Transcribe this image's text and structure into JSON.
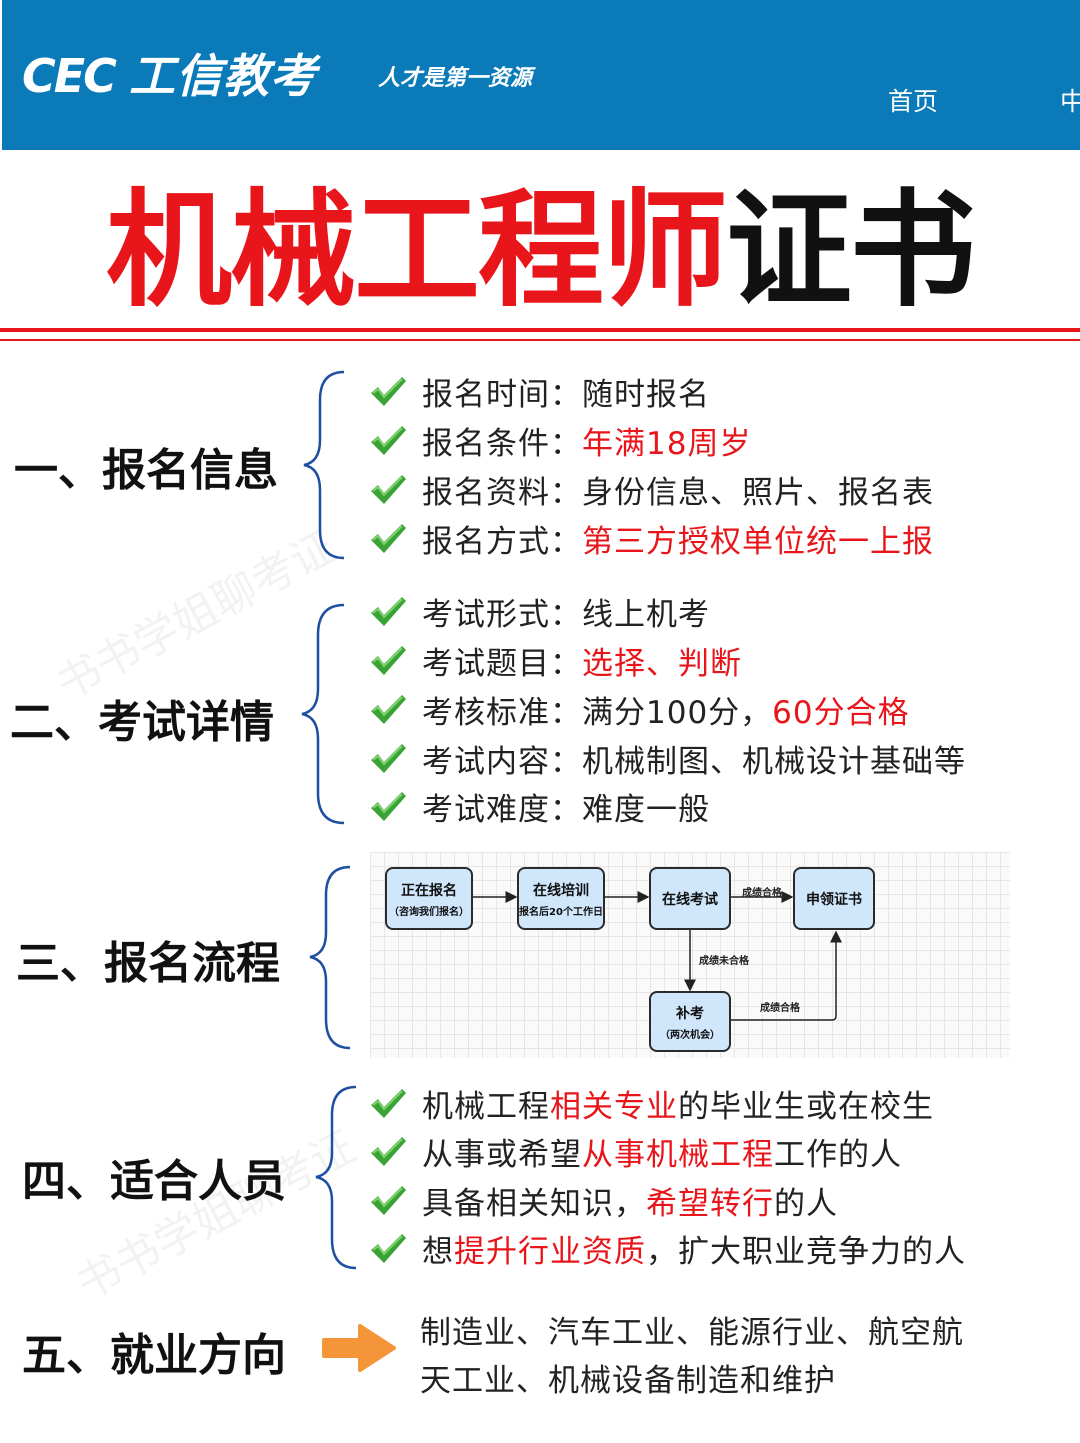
{
  "header": {
    "logo_text": "CEC",
    "brand": "工信教考",
    "slogan": "人才是第一资源",
    "nav": [
      "首页",
      "中"
    ],
    "color": "#0a7bb8"
  },
  "title": {
    "red_part": "机械工程师",
    "black_part": "证书"
  },
  "watermark": "书书学姐聊考证",
  "sections": [
    {
      "label": "一、报名信息",
      "items": [
        [
          {
            "t": "报名时间：随时报名"
          }
        ],
        [
          {
            "t": "报名条件："
          },
          {
            "t": "年满18周岁",
            "red": true
          }
        ],
        [
          {
            "t": "报名资料：身份信息、照片、报名表"
          }
        ],
        [
          {
            "t": "报名方式："
          },
          {
            "t": "第三方授权单位统一上报",
            "red": true
          }
        ]
      ]
    },
    {
      "label": "二、考试详情",
      "items": [
        [
          {
            "t": "考试形式：线上机考"
          }
        ],
        [
          {
            "t": "考试题目："
          },
          {
            "t": "选择、判断",
            "red": true
          }
        ],
        [
          {
            "t": "考核标准：满分100分，"
          },
          {
            "t": "60分合格",
            "red": true
          }
        ],
        [
          {
            "t": "考试内容：机械制图、机械设计基础等"
          }
        ],
        [
          {
            "t": "考试难度：难度一般"
          }
        ]
      ]
    },
    {
      "label": "三、报名流程"
    },
    {
      "label": "四、适合人员",
      "items": [
        [
          {
            "t": "机械工程"
          },
          {
            "t": "相关专业",
            "red": true
          },
          {
            "t": "的毕业生或在校生"
          }
        ],
        [
          {
            "t": "从事或希望"
          },
          {
            "t": "从事机械工程",
            "red": true
          },
          {
            "t": "工作的人"
          }
        ],
        [
          {
            "t": "具备相关知识，"
          },
          {
            "t": "希望转行",
            "red": true
          },
          {
            "t": "的人"
          }
        ],
        [
          {
            "t": "想"
          },
          {
            "t": "提升行业资质",
            "red": true
          },
          {
            "t": "，扩大职业竞争力的人"
          }
        ]
      ]
    },
    {
      "label": "五、就业方向",
      "lines": [
        "制造业、汽车工业、能源行业、航空航",
        "天工业、机械设备制造和维护"
      ]
    }
  ],
  "flow": {
    "boxes": [
      {
        "main": "正在报名",
        "sub": "（咨询我们报名）"
      },
      {
        "main": "在线培训",
        "sub": "报名后20个工作日"
      },
      {
        "main": "在线考试",
        "sub": ""
      },
      {
        "main": "申领证书",
        "sub": ""
      },
      {
        "main": "补考",
        "sub": "（两次机会）"
      }
    ],
    "labels": [
      "成绩合格",
      "成绩未合格",
      "成绩合格"
    ]
  },
  "colors": {
    "accent_red": "#e8161b",
    "check_green": "#3aa335",
    "brace_blue": "#1f4fa0",
    "arrow_orange": "#f5953a"
  }
}
